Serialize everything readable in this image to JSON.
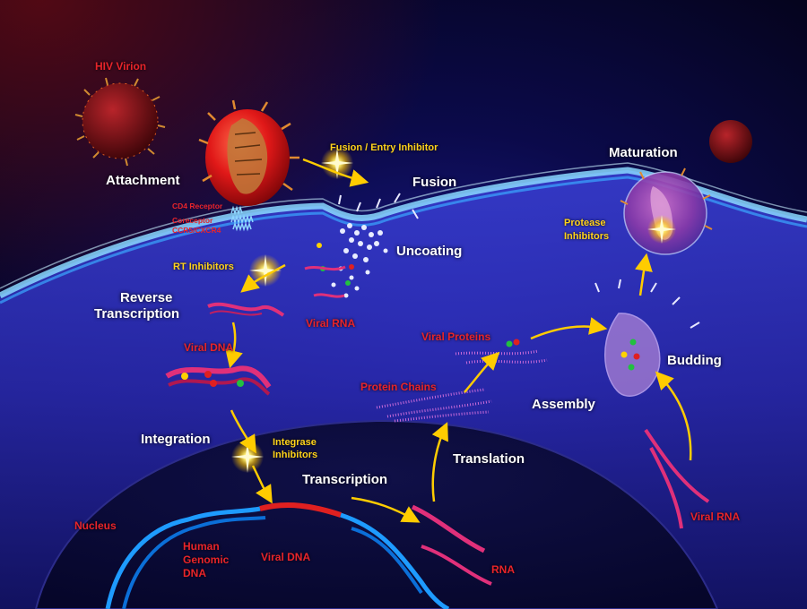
{
  "stages": {
    "attachment": "Attachment",
    "fusion": "Fusion",
    "uncoating": "Uncoating",
    "reverse_transcription_1": "Reverse",
    "reverse_transcription_2": "Transcription",
    "integration": "Integration",
    "transcription": "Transcription",
    "translation": "Translation",
    "assembly": "Assembly",
    "budding": "Budding",
    "maturation": "Maturation"
  },
  "molecules": {
    "hiv_virion": "HIV Virion",
    "cd4_receptor": "CD4 Receptor",
    "coreceptor": "Coreceptor",
    "ccr5_cxcr4": "CCR5/CXCR4",
    "viral_rna_uncoating": "Viral RNA",
    "viral_dna_rt": "Viral DNA",
    "nucleus": "Nucleus",
    "human_genomic_dna": [
      "Human",
      "Genomic",
      "DNA"
    ],
    "viral_dna_nucleus": "Viral DNA",
    "rna": "RNA",
    "protein_chains": "Protein Chains",
    "viral_proteins": "Viral Proteins",
    "viral_rna_budding": "Viral RNA"
  },
  "drugs": {
    "fusion_entry": "Fusion / Entry Inhibitor",
    "rt": "RT Inhibitors",
    "integrase_1": "Integrase",
    "integrase_2": "Inhibitors",
    "protease_1": "Protease",
    "protease_2": "Inhibitors"
  },
  "colors": {
    "stage_label": "#ffffff",
    "molecule_label": "#e8242a",
    "drug_label": "#ffd21a",
    "arrow": "#ffcc00",
    "membrane": "#7fd3ff",
    "virion": "#d8151a",
    "viral_rna": "#e0307a",
    "human_dna": "#1e9bff"
  },
  "icons": [
    "hiv-virion-icon",
    "cd4-receptor-icon",
    "inhibitor-starburst-icon",
    "mature-virion-icon",
    "dna-helix-icon"
  ]
}
